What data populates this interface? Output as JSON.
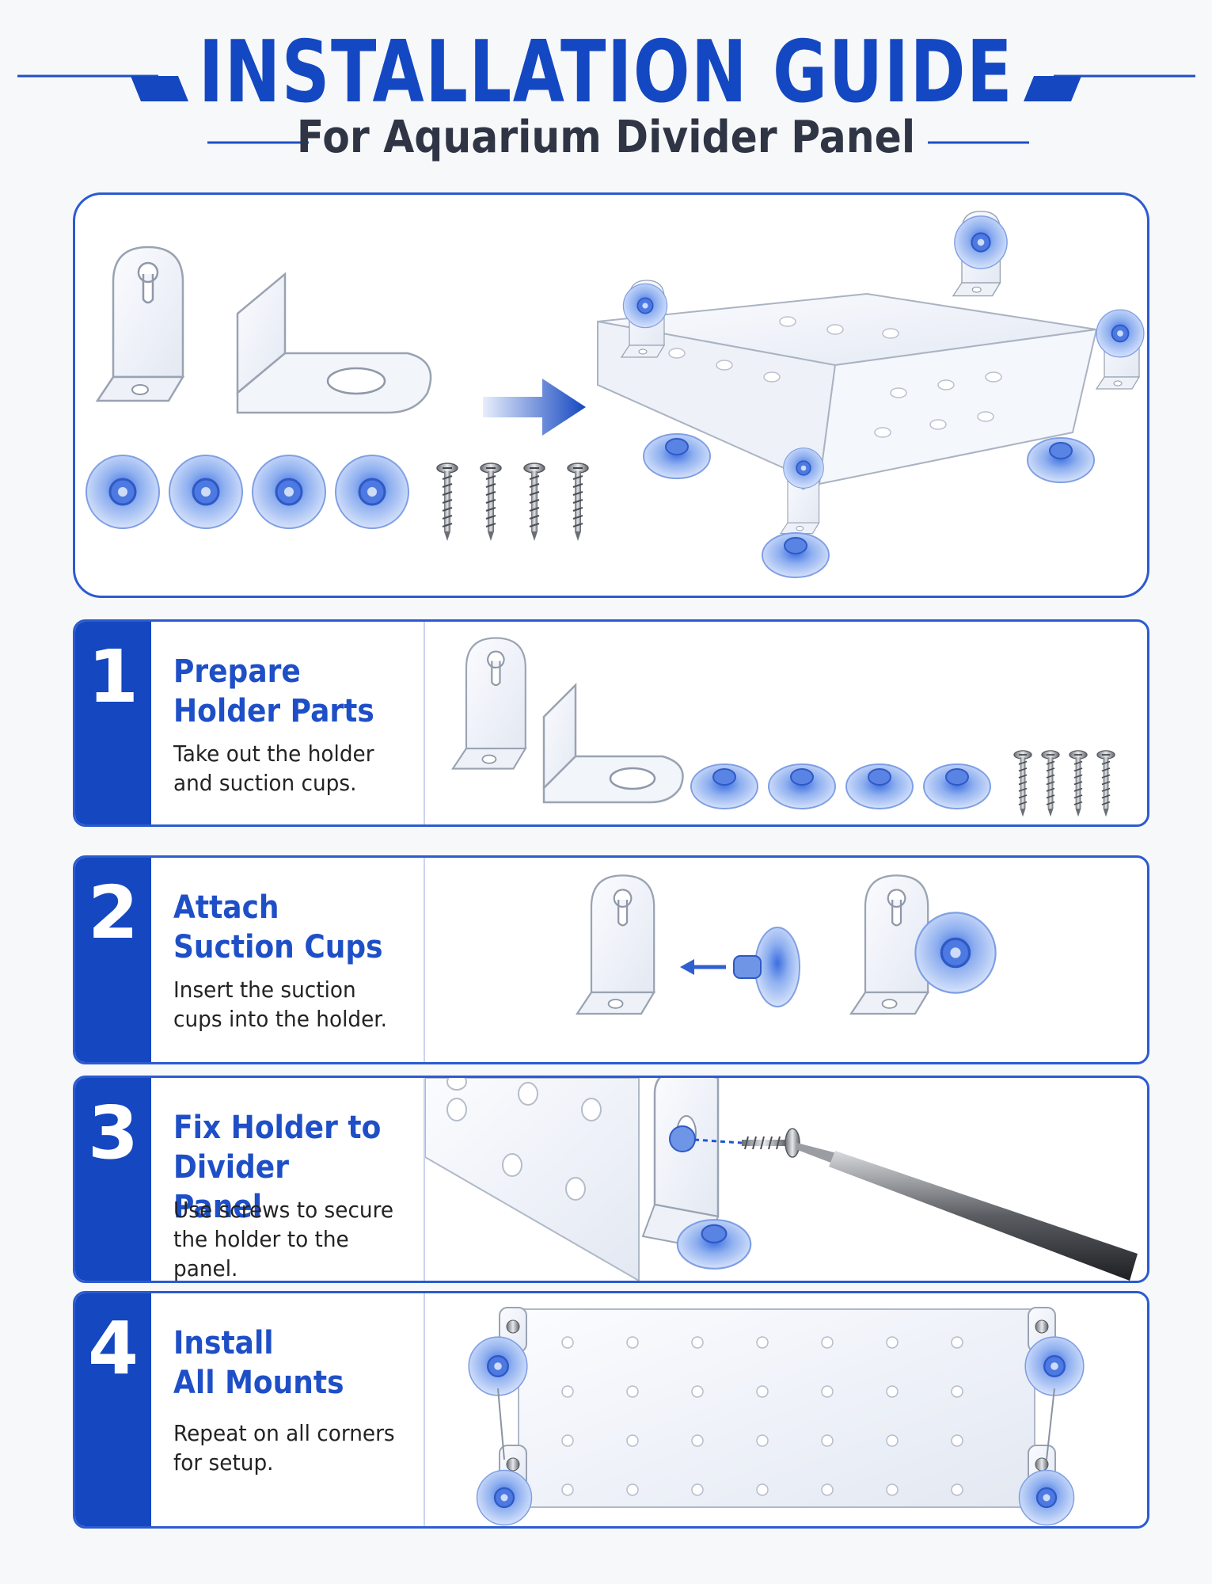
{
  "header": {
    "title": "INSTALLATION GUIDE",
    "subtitle": "For Aquarium Divider Panel"
  },
  "colors": {
    "brand_blue": "#1447c0",
    "title_blue": "#1448c2",
    "border_blue": "#2c5bd0",
    "suction_cup_blue": "#6f95e6",
    "text_dark": "#232323"
  },
  "overview": {
    "parts_icons": [
      "l-bracket-icon",
      "suction-cup-icon",
      "screw-icon"
    ],
    "arrow_icon": "right-arrow-icon",
    "result_icon": "assembled-panel-icon"
  },
  "steps": [
    {
      "number": "1",
      "title_line1": "Prepare",
      "title_line2": "Holder Parts",
      "desc_line1": "Take out the holder",
      "desc_line2": "and suction cups."
    },
    {
      "number": "2",
      "title_line1": "Attach",
      "title_line2": "Suction Cups",
      "desc_line1": "Insert the suction",
      "desc_line2": "cups into the holder."
    },
    {
      "number": "3",
      "title_line1": "Fix Holder to",
      "title_line2": "Divider Panel",
      "desc_line1": "Use screws to secure",
      "desc_line2": "the holder to the panel."
    },
    {
      "number": "4",
      "title_line1": "Install",
      "title_line2": "All Mounts",
      "desc_line1": "Repeat on all corners",
      "desc_line2": "for setup."
    }
  ]
}
